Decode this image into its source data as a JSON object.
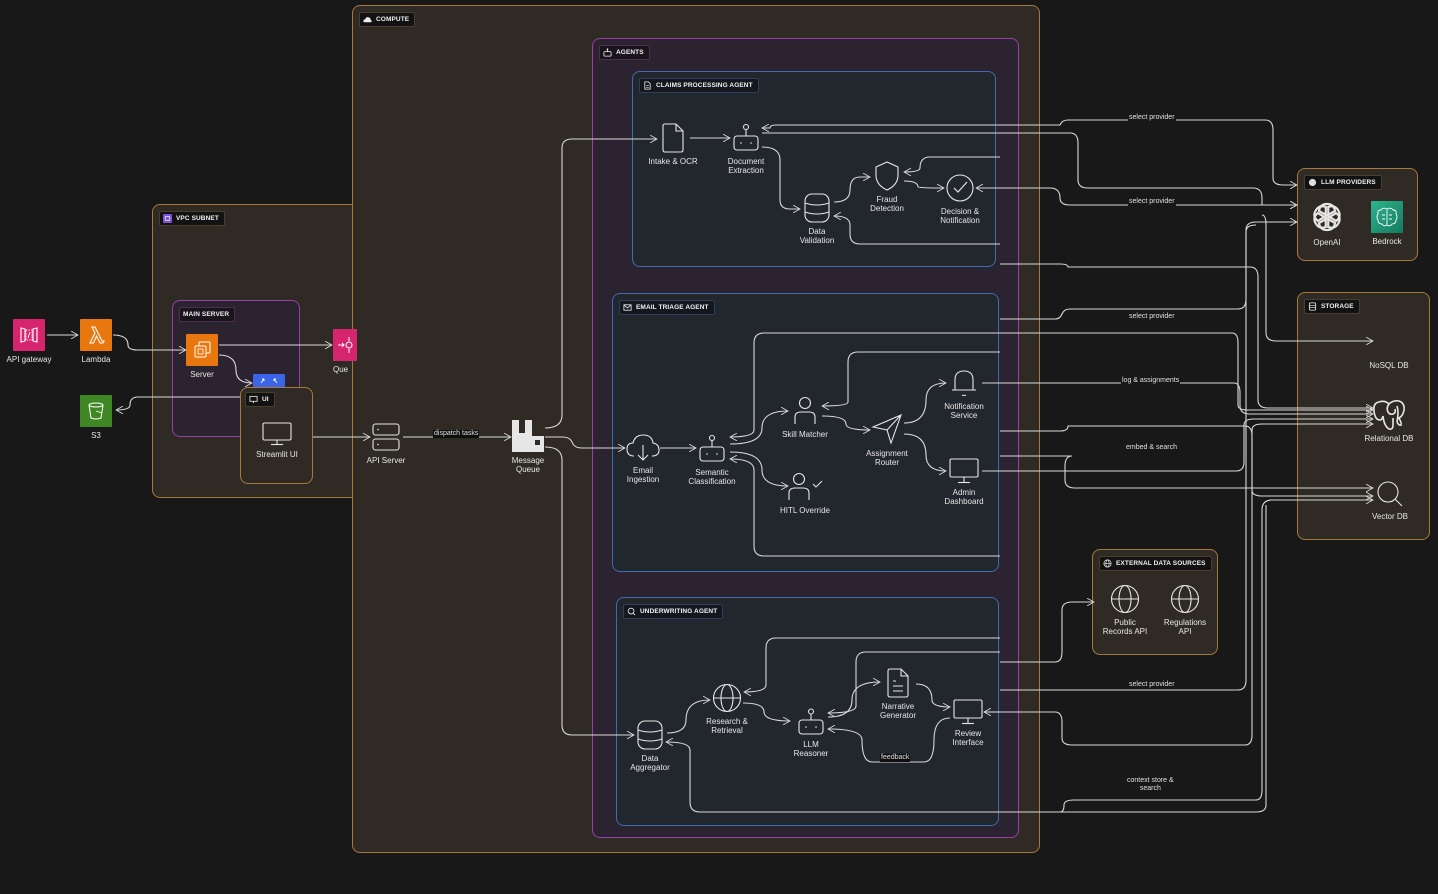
{
  "groups": {
    "compute": "COMPUTE",
    "vpc_subnet": "VPC SUBNET",
    "main_server": "MAIN SERVER",
    "ui": "UI",
    "agents": "AGENTS",
    "claims_agent": "CLAIMS PROCESSING AGENT",
    "email_agent": "EMAIL TRIAGE AGENT",
    "underwriting_agent": "UNDERWRITING AGENT",
    "llm_providers": "LLM PROVIDERS",
    "storage": "STORAGE",
    "external_sources": "EXTERNAL DATA SOURCES"
  },
  "nodes": {
    "api_gateway": "API gateway",
    "lambda": "Lambda",
    "s3": "S3",
    "server": "Server",
    "queue": "Que",
    "streamlit_ui": "Streamlit UI",
    "api_server": "API Server",
    "message_queue": "Message\nQueue",
    "intake_ocr": "Intake & OCR",
    "document_extraction": "Document\nExtraction",
    "data_validation": "Data\nValidation",
    "fraud_detection": "Fraud\nDetection",
    "decision_notification": "Decision &\nNotification",
    "email_ingestion": "Email\nIngestion",
    "semantic_classification": "Semantic\nClassification",
    "skill_matcher": "Skill Matcher",
    "hitl_override": "HITL Override",
    "assignment_router": "Assignment\nRouter",
    "notification_service": "Notification\nService",
    "admin_dashboard": "Admin\nDashboard",
    "data_aggregator": "Data\nAggregator",
    "research_retrieval": "Research &\nRetrieval",
    "llm_reasoner": "LLM\nReasoner",
    "narrative_generator": "Narrative\nGenerator",
    "review_interface": "Review\nInterface",
    "openai": "OpenAI",
    "bedrock": "Bedrock",
    "nosql_db": "NoSQL DB",
    "relational_db": "Relational DB",
    "vector_db": "Vector DB",
    "public_records_api": "Public\nRecords API",
    "regulations_api": "Regulations\nAPI"
  },
  "edge_labels": {
    "dispatch_tasks": "dispatch tasks",
    "select_provider_1": "select provider",
    "select_provider_2": "select provider",
    "select_provider_3": "select provider",
    "select_provider_4": "select provider",
    "log_assignments": "log & assignments",
    "embed_search": "embed & search",
    "context_store_search": "context store &\nsearch",
    "feedback": "feedback"
  },
  "colors": {
    "background": "#181818",
    "group_orange": "#a6793a",
    "group_purple": "#9b3fa8",
    "group_blue": "#3f6cb0",
    "aws_pink": "#d6246e",
    "aws_orange": "#e8770f",
    "aws_green": "#3f8624",
    "aws_blue": "#3b64e8",
    "bedrock_teal": "#1f9e7a"
  }
}
